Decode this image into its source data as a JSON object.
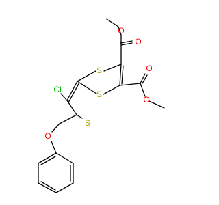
{
  "molecule": {
    "atoms": {
      "cl": {
        "symbol": "Cl",
        "color": "#00b000"
      },
      "s_ring_top": {
        "symbol": "S",
        "color": "#b8a000"
      },
      "s_ring_bottom": {
        "symbol": "S",
        "color": "#b8a000"
      },
      "s_thione": {
        "symbol": "S",
        "color": "#b8a000"
      },
      "o_phenoxy": {
        "symbol": "O",
        "color": "#ff0000"
      },
      "o_ester1_carbonyl": {
        "symbol": "O",
        "color": "#ff0000"
      },
      "o_ester1_ether": {
        "symbol": "O",
        "color": "#ff0000"
      },
      "o_ester2_carbonyl": {
        "symbol": "O",
        "color": "#ff0000"
      },
      "o_ester2_ether": {
        "symbol": "O",
        "color": "#ff0000"
      }
    }
  }
}
